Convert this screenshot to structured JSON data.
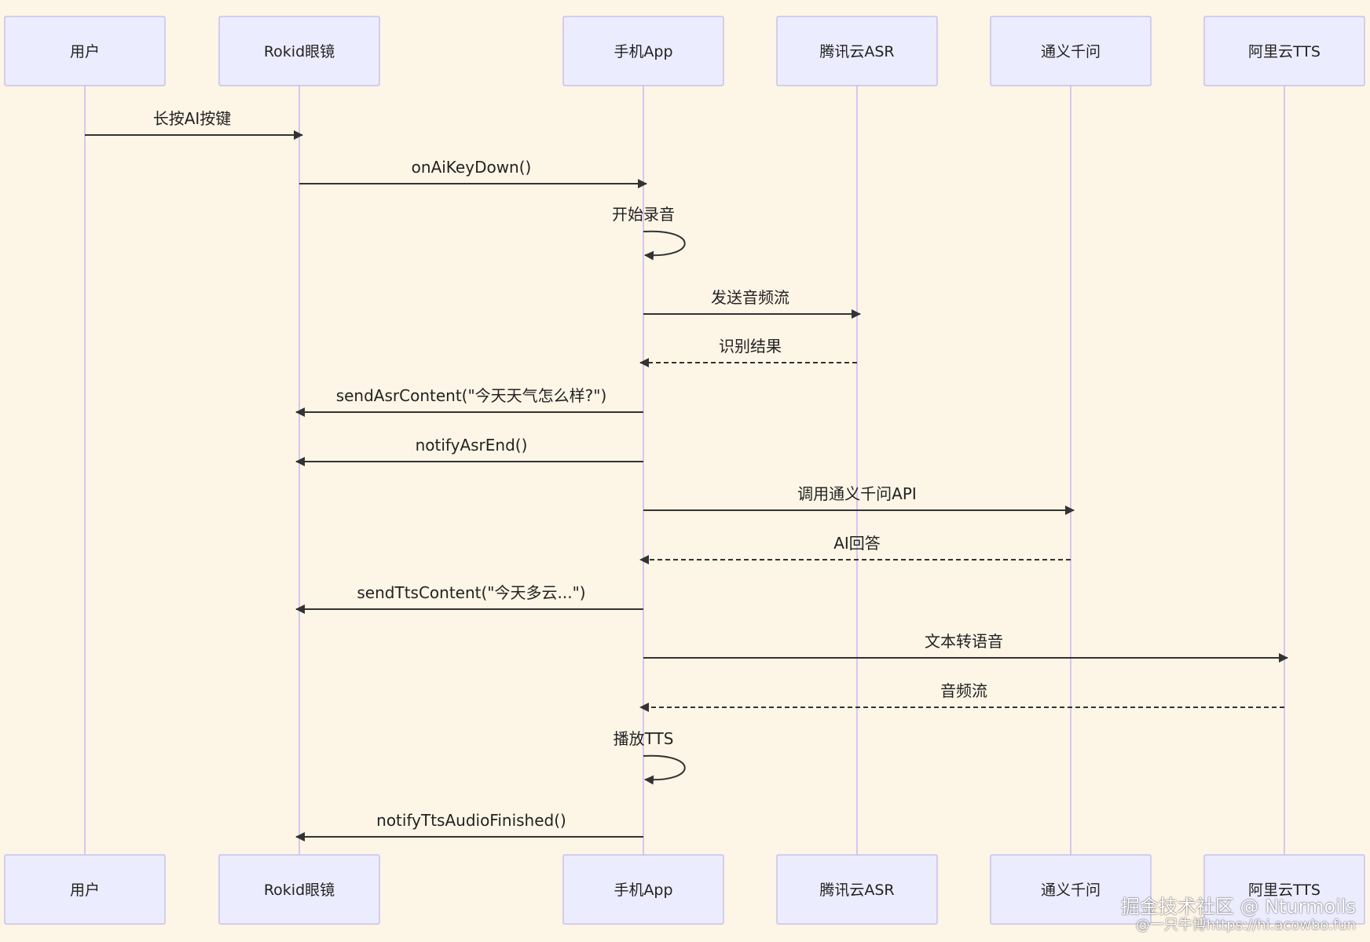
{
  "colors": {
    "background": "#fdf5e6",
    "participant_fill": "#ececff",
    "participant_stroke": "#c8c1ec",
    "lifeline": "#d9c6ef",
    "arrow": "#333333",
    "text": "#222222"
  },
  "participants": [
    {
      "id": "user",
      "label": "用户"
    },
    {
      "id": "rokid",
      "label": "Rokid眼镜"
    },
    {
      "id": "app",
      "label": "手机App"
    },
    {
      "id": "asr",
      "label": "腾讯云ASR"
    },
    {
      "id": "qwen",
      "label": "通义千问"
    },
    {
      "id": "tts",
      "label": "阿里云TTS"
    }
  ],
  "messages": [
    {
      "from": "user",
      "to": "rokid",
      "text": "长按AI按键",
      "style": "solid"
    },
    {
      "from": "rokid",
      "to": "app",
      "text": "onAiKeyDown()",
      "style": "solid"
    },
    {
      "from": "app",
      "to": "app",
      "text": "开始录音",
      "style": "self"
    },
    {
      "from": "app",
      "to": "asr",
      "text": "发送音频流",
      "style": "solid"
    },
    {
      "from": "asr",
      "to": "app",
      "text": "识别结果",
      "style": "dashed"
    },
    {
      "from": "app",
      "to": "rokid",
      "text": "sendAsrContent(\"今天天气怎么样?\")",
      "style": "solid"
    },
    {
      "from": "app",
      "to": "rokid",
      "text": "notifyAsrEnd()",
      "style": "solid"
    },
    {
      "from": "app",
      "to": "qwen",
      "text": "调用通义千问API",
      "style": "solid"
    },
    {
      "from": "qwen",
      "to": "app",
      "text": "AI回答",
      "style": "dashed"
    },
    {
      "from": "app",
      "to": "rokid",
      "text": "sendTtsContent(\"今天多云...\")",
      "style": "solid"
    },
    {
      "from": "app",
      "to": "tts",
      "text": "文本转语音",
      "style": "solid"
    },
    {
      "from": "tts",
      "to": "app",
      "text": "音频流",
      "style": "dashed"
    },
    {
      "from": "app",
      "to": "app",
      "text": "播放TTS",
      "style": "self"
    },
    {
      "from": "app",
      "to": "rokid",
      "text": "notifyTtsAudioFinished()",
      "style": "solid"
    }
  ],
  "watermark": {
    "line1": "掘金技术社区 @ Nturmoils",
    "line2": "@一只牛博https://hi.acowbo.fun"
  }
}
